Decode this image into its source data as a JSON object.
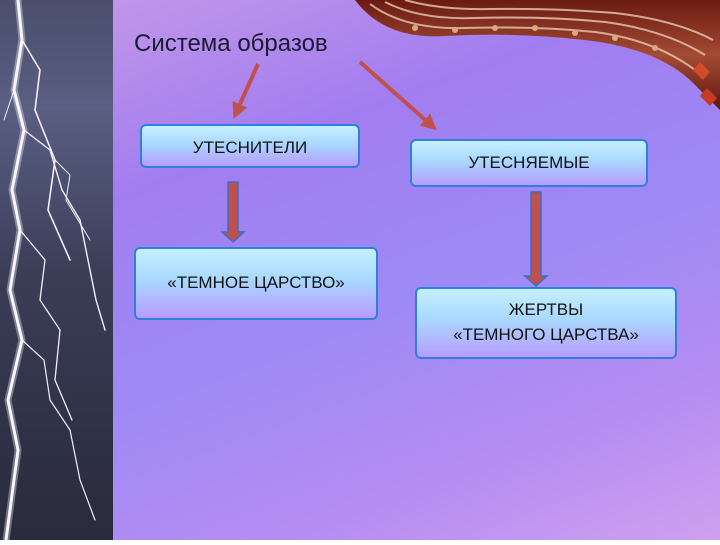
{
  "title": "Система образов",
  "nodes": {
    "oppressors": "УТЕСНИТЕЛИ",
    "oppressed": "УТЕСНЯЕМЫЕ",
    "dark_kingdom": "«ТЕМНОЕ ЦАРСТВО»",
    "victims": "ЖЕРТВЫ\n«ТЕМНОГО ЦАРСТВА»"
  },
  "colors": {
    "arrow": "#c0504d",
    "box_border": "#2f7fe0"
  }
}
